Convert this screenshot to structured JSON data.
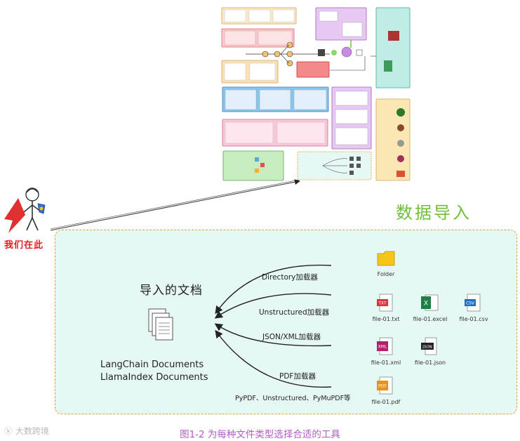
{
  "mascot": {
    "label": "我们在此"
  },
  "section_title": "数据导入",
  "documents": {
    "heading": "导入的文档",
    "line1": "LangChain Documents",
    "line2": "LlamaIndex Documents"
  },
  "loaders": [
    {
      "label": "Directory加载器"
    },
    {
      "label": "Unstructured加载器"
    },
    {
      "label": "JSON/XML加载器"
    },
    {
      "label": "PDF加载器"
    },
    {
      "label": "PyPDF、Unstructured、PyMuPDF等"
    }
  ],
  "files": [
    {
      "label": "Folder",
      "icon": "folder-icon",
      "color": "#f5c518"
    },
    {
      "label": "file-01.txt",
      "icon": "txt-file-icon",
      "color": "#d9343a"
    },
    {
      "label": "file-01.excel",
      "icon": "excel-file-icon",
      "color": "#1e7e45"
    },
    {
      "label": "file-01.csv",
      "icon": "csv-file-icon",
      "color": "#1e6fbf"
    },
    {
      "label": "file-01.xml",
      "icon": "xml-file-icon",
      "color": "#b5206a"
    },
    {
      "label": "file-01.json",
      "icon": "json-file-icon",
      "color": "#222222"
    },
    {
      "label": "file-01.pdf",
      "icon": "pdf-file-icon",
      "color": "#e8921a"
    }
  ],
  "caption": "图1-2    为每种文件类型选择合适的工具",
  "watermark": "大数跨境",
  "colors": {
    "panel_background": "#e6f8f3",
    "panel_border": "#e9a13a",
    "title_green": "#6fbf3b",
    "caption_purple": "#b45cc6",
    "mascot_red": "#e02020"
  }
}
